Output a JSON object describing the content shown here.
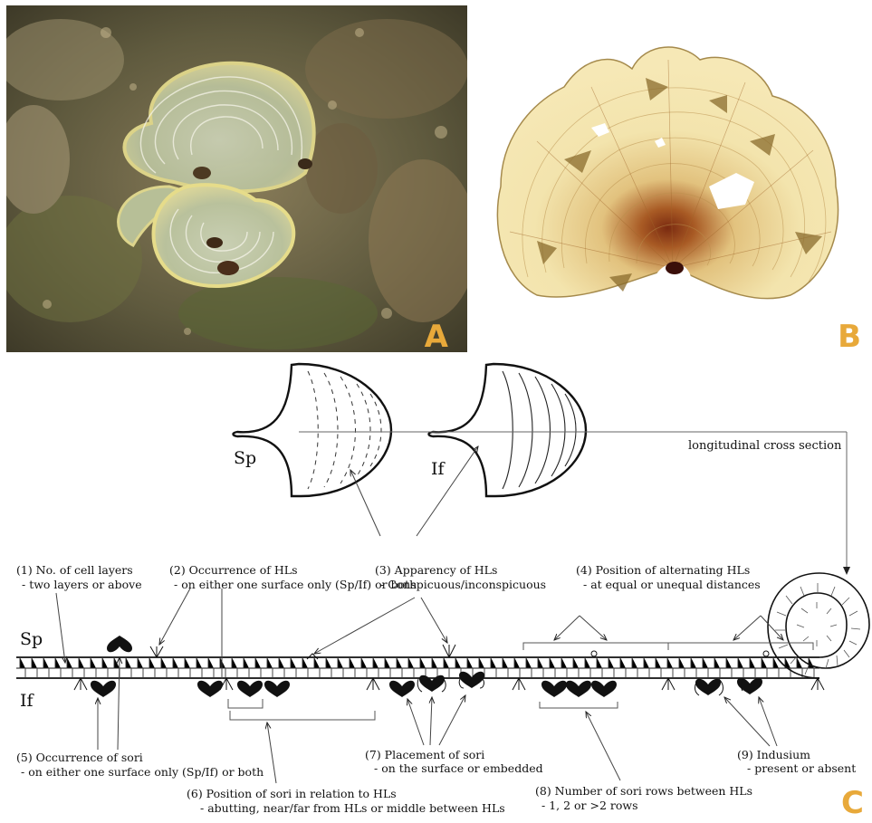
{
  "panels": {
    "a": {
      "letter": "A"
    },
    "b": {
      "letter": "B"
    },
    "c": {
      "letter": "C"
    }
  },
  "diagram": {
    "surface_sp": "Sp",
    "surface_if": "If",
    "fan_sp_label": "Sp",
    "fan_if_label": "If",
    "cross_section_label": "longitudinal cross section",
    "characters": [
      {
        "title": "(1) No. of cell layers",
        "detail": "- two layers or above"
      },
      {
        "title": "(2) Occurrence of HLs",
        "detail": "- on either one surface only (Sp/If) or both"
      },
      {
        "title": "(3) Apparency of HLs",
        "detail": "- Conspicuous/inconspicuous"
      },
      {
        "title": "(4) Position of alternating HLs",
        "detail": "- at equal or unequal distances"
      },
      {
        "title": "(5) Occurrence of sori",
        "detail": "- on either one surface only (Sp/If) or both"
      },
      {
        "title": "(6) Position of sori in relation to HLs",
        "detail": "- abutting, near/far from HLs or middle between HLs"
      },
      {
        "title": "(7) Placement of sori",
        "detail": "- on the surface or embedded"
      },
      {
        "title": "(8) Number of sori rows between HLs",
        "detail": "- 1, 2 or >2 rows"
      },
      {
        "title": "(9) Indusium",
        "detail": "- present or absent"
      }
    ]
  }
}
